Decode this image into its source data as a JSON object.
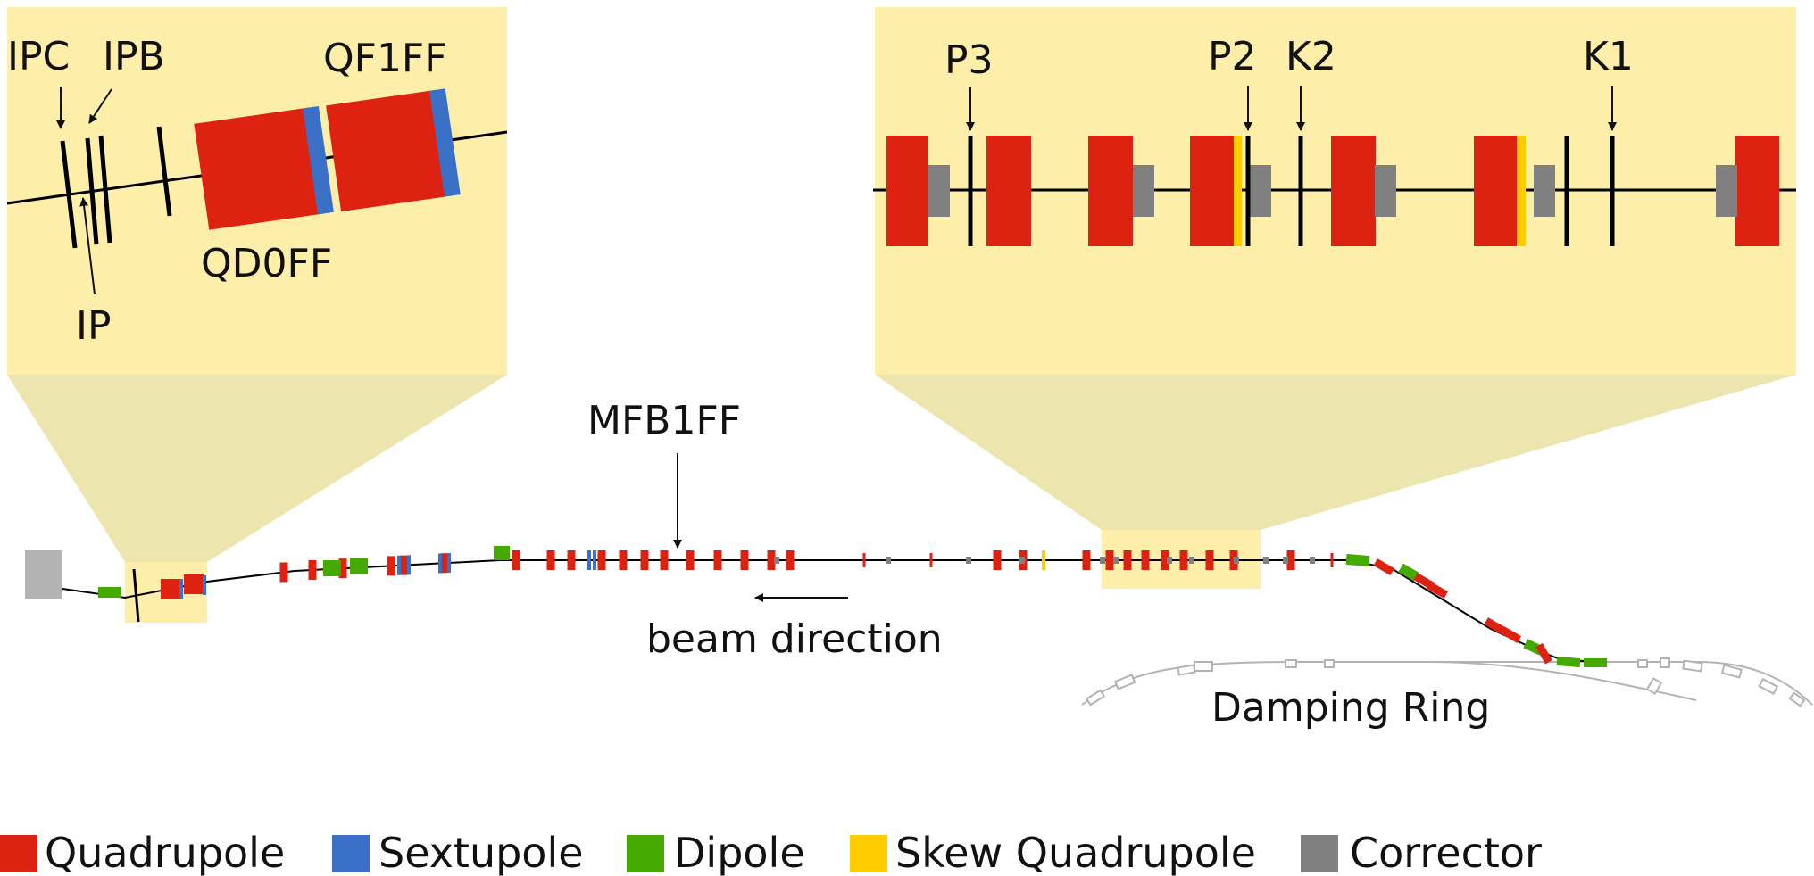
{
  "colors": {
    "quadrupole": "#dd2211",
    "sextupole": "#3a70c6",
    "dipole": "#44aa00",
    "skew_quadrupole": "#ffcc00",
    "corrector": "#808080",
    "inset_bg": "#fdeeaa",
    "zoom_bg": "#ede5ae",
    "beamline": "#000000",
    "ring": "#b3b3b3"
  },
  "left_inset": {
    "labels": {
      "ipc": "IPC",
      "ipb": "IPB",
      "ip": "IP",
      "qd0ff": "QD0FF",
      "qf1ff": "QF1FF"
    }
  },
  "right_inset": {
    "labels": {
      "p3": "P3",
      "p2": "P2",
      "k2": "K2",
      "k1": "K1"
    }
  },
  "main": {
    "mfb1ff_label": "MFB1FF",
    "beam_direction_label": "beam direction",
    "damping_ring_label": "Damping Ring"
  },
  "legend": [
    {
      "label": "Quadrupole",
      "color": "#dd2211"
    },
    {
      "label": "Sextupole",
      "color": "#3a70c6"
    },
    {
      "label": "Dipole",
      "color": "#44aa00"
    },
    {
      "label": "Skew Quadrupole",
      "color": "#ffcc00"
    },
    {
      "label": "Corrector",
      "color": "#808080"
    }
  ]
}
